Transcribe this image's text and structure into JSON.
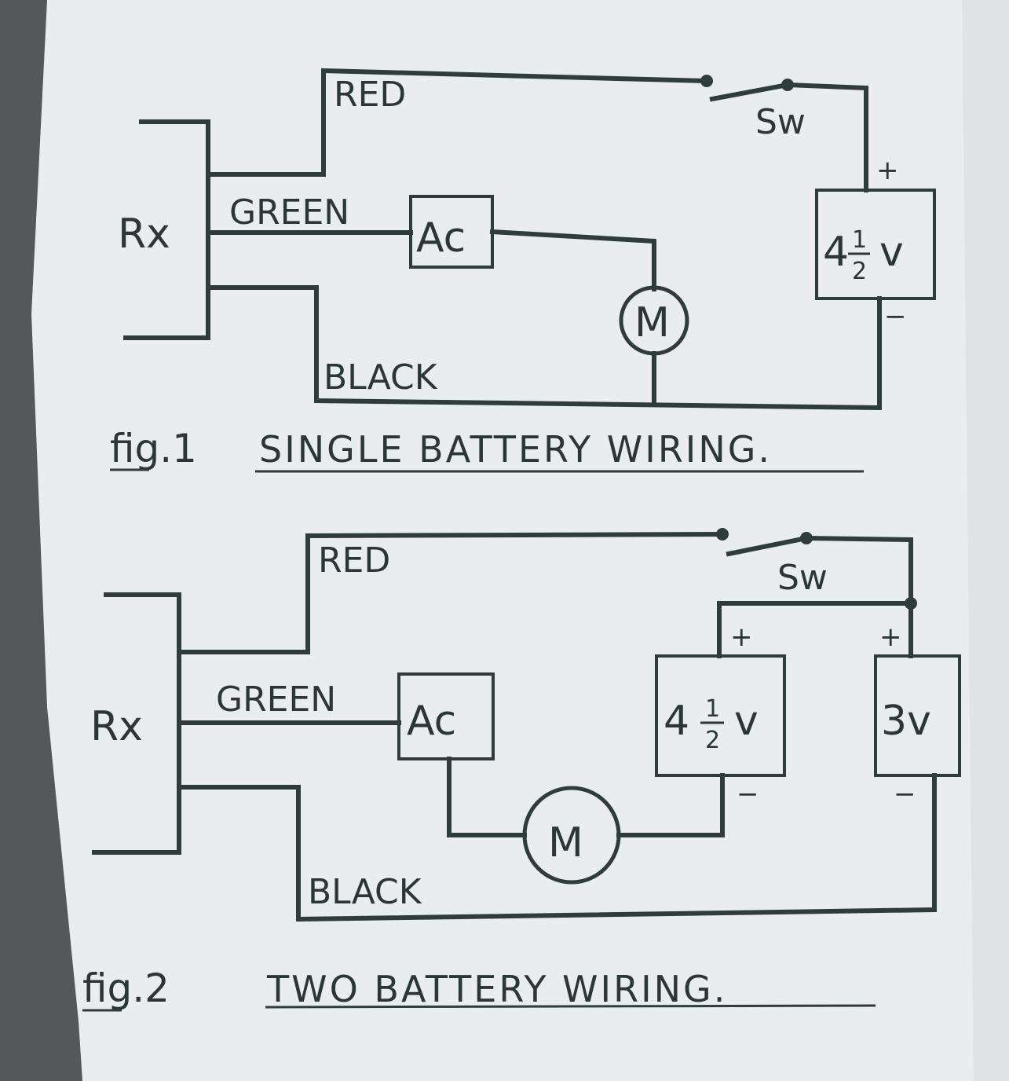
{
  "fig1": {
    "caption_prefix": "fig.1",
    "caption_title": "SINGLE  BATTERY  WIRING.",
    "receiver_label": "Rx",
    "wire_red": "RED",
    "wire_green": "GREEN",
    "wire_black": "BLACK",
    "accessory_label": "Ac",
    "motor_label": "M",
    "switch_label": "Sw",
    "battery": {
      "whole": "4",
      "num": "1",
      "den": "2",
      "unit": "v",
      "plus": "+",
      "minus": "−"
    }
  },
  "fig2": {
    "caption_prefix": "fig.2",
    "caption_title": "TWO  BATTERY  WIRING.",
    "receiver_label": "Rx",
    "wire_red": "RED",
    "wire_green": "GREEN",
    "wire_black": "BLACK",
    "accessory_label": "Ac",
    "motor_label": "M",
    "switch_label": "Sw",
    "battery_a": {
      "whole": "4",
      "num": "1",
      "den": "2",
      "unit": "v",
      "plus": "+",
      "minus": "−"
    },
    "battery_b": {
      "label": "3v",
      "plus": "+",
      "minus": "−"
    }
  }
}
